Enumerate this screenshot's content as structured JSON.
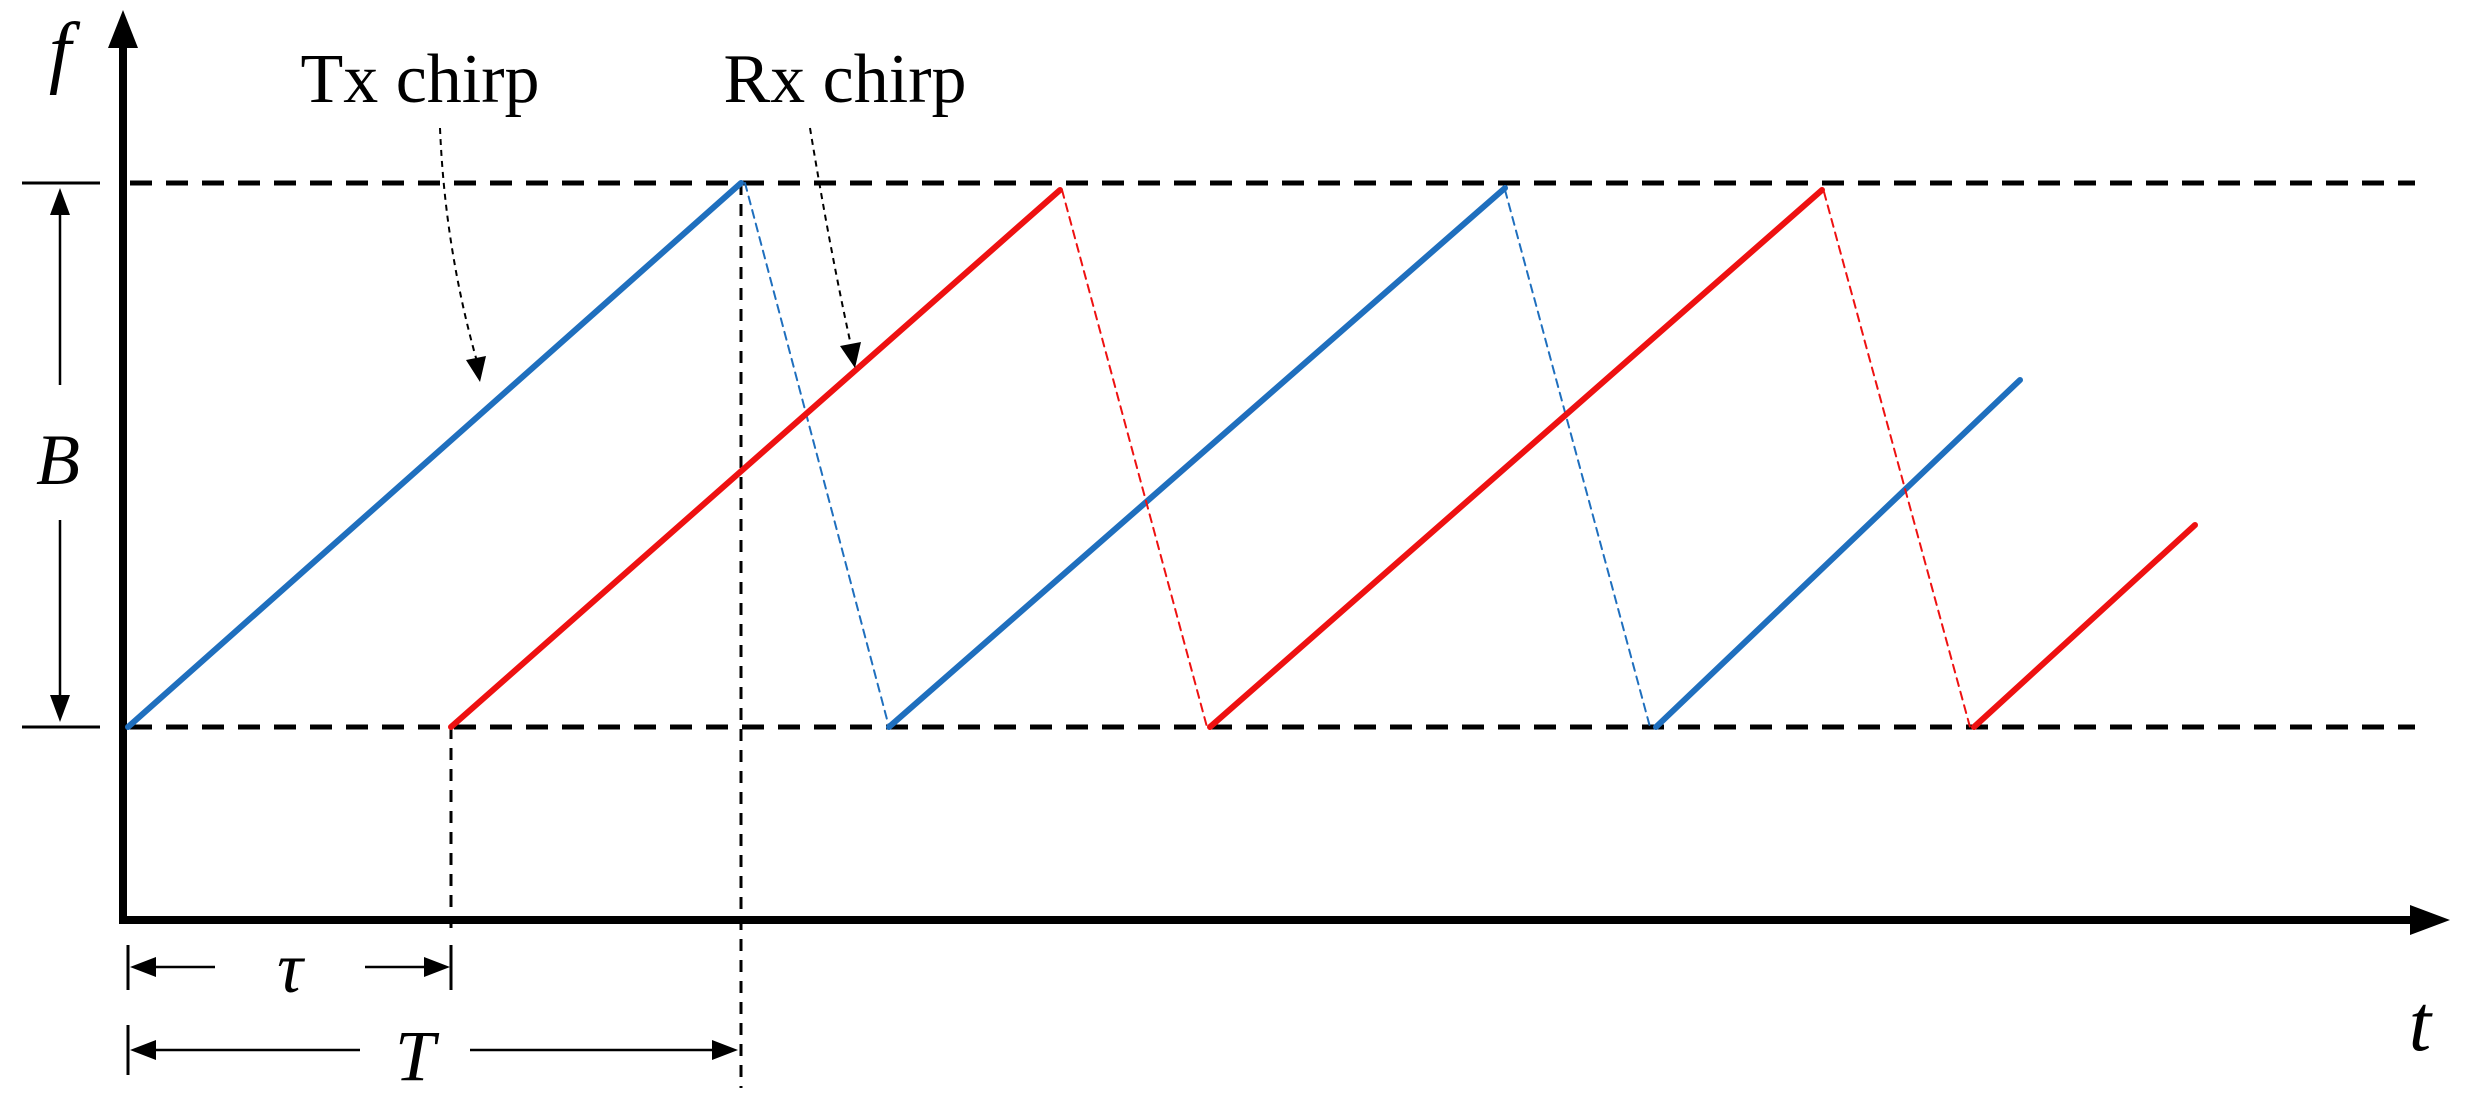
{
  "labels": {
    "frequency_axis": "f",
    "time_axis": "t",
    "bandwidth": "B",
    "delay": "τ",
    "period": "T",
    "tx_chirp": "Tx chirp",
    "rx_chirp": "Rx chirp"
  },
  "colors": {
    "tx": "#1f6fbe",
    "rx": "#ee1111",
    "axis": "#000000",
    "guide": "#000000"
  },
  "icons": {
    "axis_arrowheads": "arrow-head-icon",
    "dimension_arrows": "dimension-arrow-icon"
  }
}
